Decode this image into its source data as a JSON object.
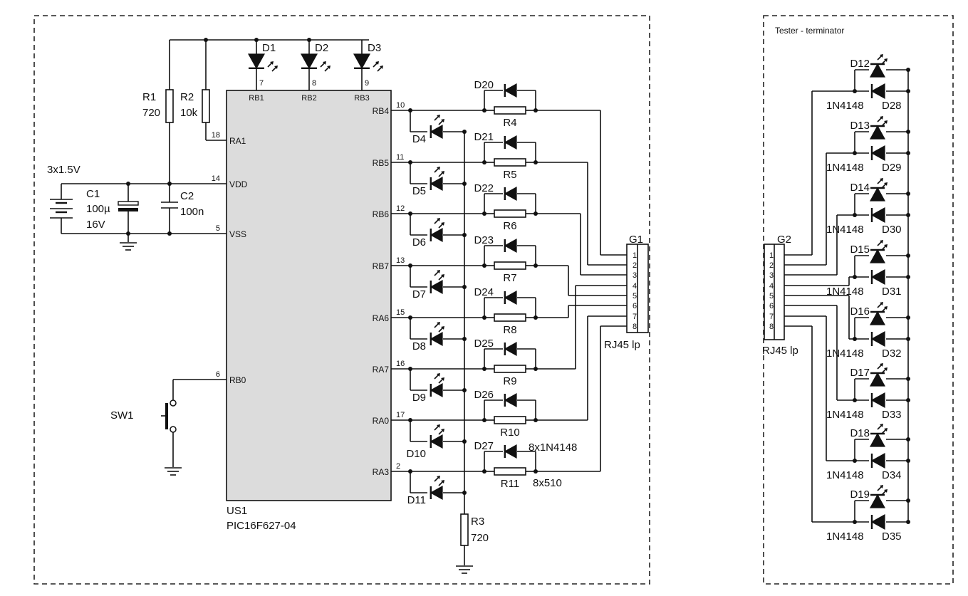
{
  "left_panel": {
    "battery": "3x1.5V",
    "r1": {
      "ref": "R1",
      "value": "720"
    },
    "r2": {
      "ref": "R2",
      "value": "10k"
    },
    "c1": {
      "ref": "C1",
      "value": "100µ",
      "voltage": "16V"
    },
    "c2": {
      "ref": "C2",
      "value": "100n"
    },
    "sw": "SW1",
    "mcu": {
      "ref": "US1",
      "part": "PIC16F627-04",
      "top_pins": [
        {
          "name": "RB1",
          "num": "7",
          "led": "D1"
        },
        {
          "name": "RB2",
          "num": "8",
          "led": "D2"
        },
        {
          "name": "RB3",
          "num": "9",
          "led": "D3"
        }
      ],
      "left_pins": [
        {
          "name": "RA1",
          "num": "18"
        },
        {
          "name": "VDD",
          "num": "14"
        },
        {
          "name": "VSS",
          "num": "5"
        },
        {
          "name": "RB0",
          "num": "6"
        }
      ]
    },
    "channels": [
      {
        "pin": "RB4",
        "num": "10",
        "led": "D4",
        "diode": "D20",
        "res": "R4"
      },
      {
        "pin": "RB5",
        "num": "11",
        "led": "D5",
        "diode": "D21",
        "res": "R5"
      },
      {
        "pin": "RB6",
        "num": "12",
        "led": "D6",
        "diode": "D22",
        "res": "R6"
      },
      {
        "pin": "RB7",
        "num": "13",
        "led": "D7",
        "diode": "D23",
        "res": "R7"
      },
      {
        "pin": "RA6",
        "num": "15",
        "led": "D8",
        "diode": "D24",
        "res": "R8"
      },
      {
        "pin": "RA7",
        "num": "16",
        "led": "D9",
        "diode": "D25",
        "res": "R9"
      },
      {
        "pin": "RA0",
        "num": "17",
        "led": "D10",
        "diode": "D26",
        "res": "R10"
      },
      {
        "pin": "RA3",
        "num": "2",
        "led": "D11",
        "diode": "D27",
        "res": "R11"
      }
    ],
    "diode_note": "8x1N4148",
    "res_note": "8x510",
    "r3": {
      "ref": "R3",
      "value": "720"
    },
    "connector": {
      "ref": "G1",
      "type": "RJ45 lp",
      "pins": [
        "1",
        "2",
        "3",
        "4",
        "5",
        "6",
        "7",
        "8"
      ]
    }
  },
  "right_panel": {
    "title": "Tester - terminator",
    "connector": {
      "ref": "G2",
      "type": "RJ45 lp",
      "pins": [
        "1",
        "2",
        "3",
        "4",
        "5",
        "6",
        "7",
        "8"
      ]
    },
    "pairs": [
      {
        "led": "D12",
        "diode_type": "1N4148",
        "diode": "D28"
      },
      {
        "led": "D13",
        "diode_type": "1N4148",
        "diode": "D29"
      },
      {
        "led": "D14",
        "diode_type": "1N4148",
        "diode": "D30"
      },
      {
        "led": "D15",
        "diode_type": "1N4148",
        "diode": "D31"
      },
      {
        "led": "D16",
        "diode_type": "1N4148",
        "diode": "D32"
      },
      {
        "led": "D17",
        "diode_type": "1N4148",
        "diode": "D33"
      },
      {
        "led": "D18",
        "diode_type": "1N4148",
        "diode": "D34"
      },
      {
        "led": "D19",
        "diode_type": "1N4148",
        "diode": "D35"
      }
    ]
  }
}
